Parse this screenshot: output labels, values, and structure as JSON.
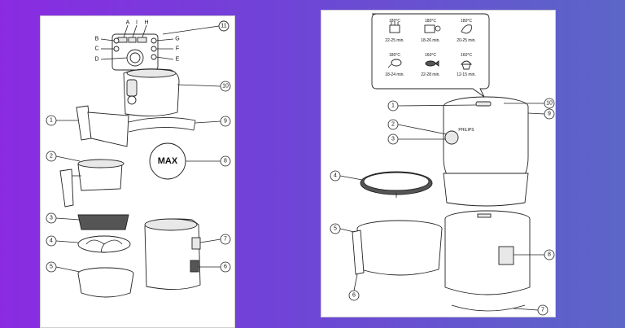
{
  "left_diagram": {
    "panel_letters": [
      "A",
      "I",
      "H",
      "B",
      "C",
      "D",
      "G",
      "F",
      "E"
    ],
    "callouts": [
      "1",
      "2",
      "3",
      "4",
      "5",
      "6",
      "7",
      "8",
      "9",
      "10",
      "11"
    ],
    "max_label": "MAX"
  },
  "right_diagram": {
    "presets": [
      {
        "temp": "180°C",
        "time": "22-25 min."
      },
      {
        "temp": "180°C",
        "time": "18-26 min."
      },
      {
        "temp": "180°C",
        "time": "20-25 min."
      },
      {
        "temp": "180°C",
        "time": "18-24 min."
      },
      {
        "temp": "160°C",
        "time": "22-28 min."
      },
      {
        "temp": "160°C",
        "time": "12-15 min."
      }
    ],
    "preset_icons": [
      "fries-icon",
      "frozen-fries-icon",
      "meat-icon",
      "drumstick-icon",
      "fish-icon",
      "muffin-icon"
    ],
    "callouts": [
      "1",
      "2",
      "3",
      "4",
      "5",
      "6",
      "7",
      "8",
      "9",
      "10"
    ],
    "brand": "PHILIPS"
  },
  "colors": {
    "background_start": "#8a2be2",
    "background_end": "#5b66c8",
    "panel": "#ffffff"
  }
}
